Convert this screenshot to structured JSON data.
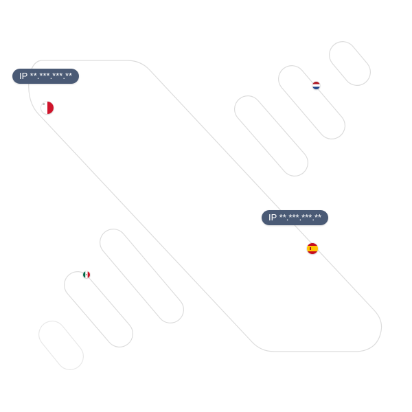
{
  "badges": [
    {
      "id": "top-left",
      "text": "IP **.***.***.**"
    },
    {
      "id": "right",
      "text": "IP **.***.***.**"
    }
  ],
  "flags": [
    {
      "id": "malta",
      "icon": "malta-flag-icon",
      "colors": [
        "#ffffff",
        "#cf142b"
      ]
    },
    {
      "id": "netherlands",
      "icon": "netherlands-flag-icon",
      "colors": [
        "#ae1c28",
        "#ffffff",
        "#21468b"
      ]
    },
    {
      "id": "spain",
      "icon": "spain-flag-icon",
      "colors": [
        "#c60b1e",
        "#ffc400",
        "#c60b1e"
      ]
    },
    {
      "id": "mexico",
      "icon": "mexico-flag-icon",
      "colors": [
        "#006847",
        "#ffffff",
        "#ce1126"
      ]
    }
  ],
  "colors": {
    "badge_bg": "#4a5a75",
    "track_stroke": "#dcdcdc"
  }
}
